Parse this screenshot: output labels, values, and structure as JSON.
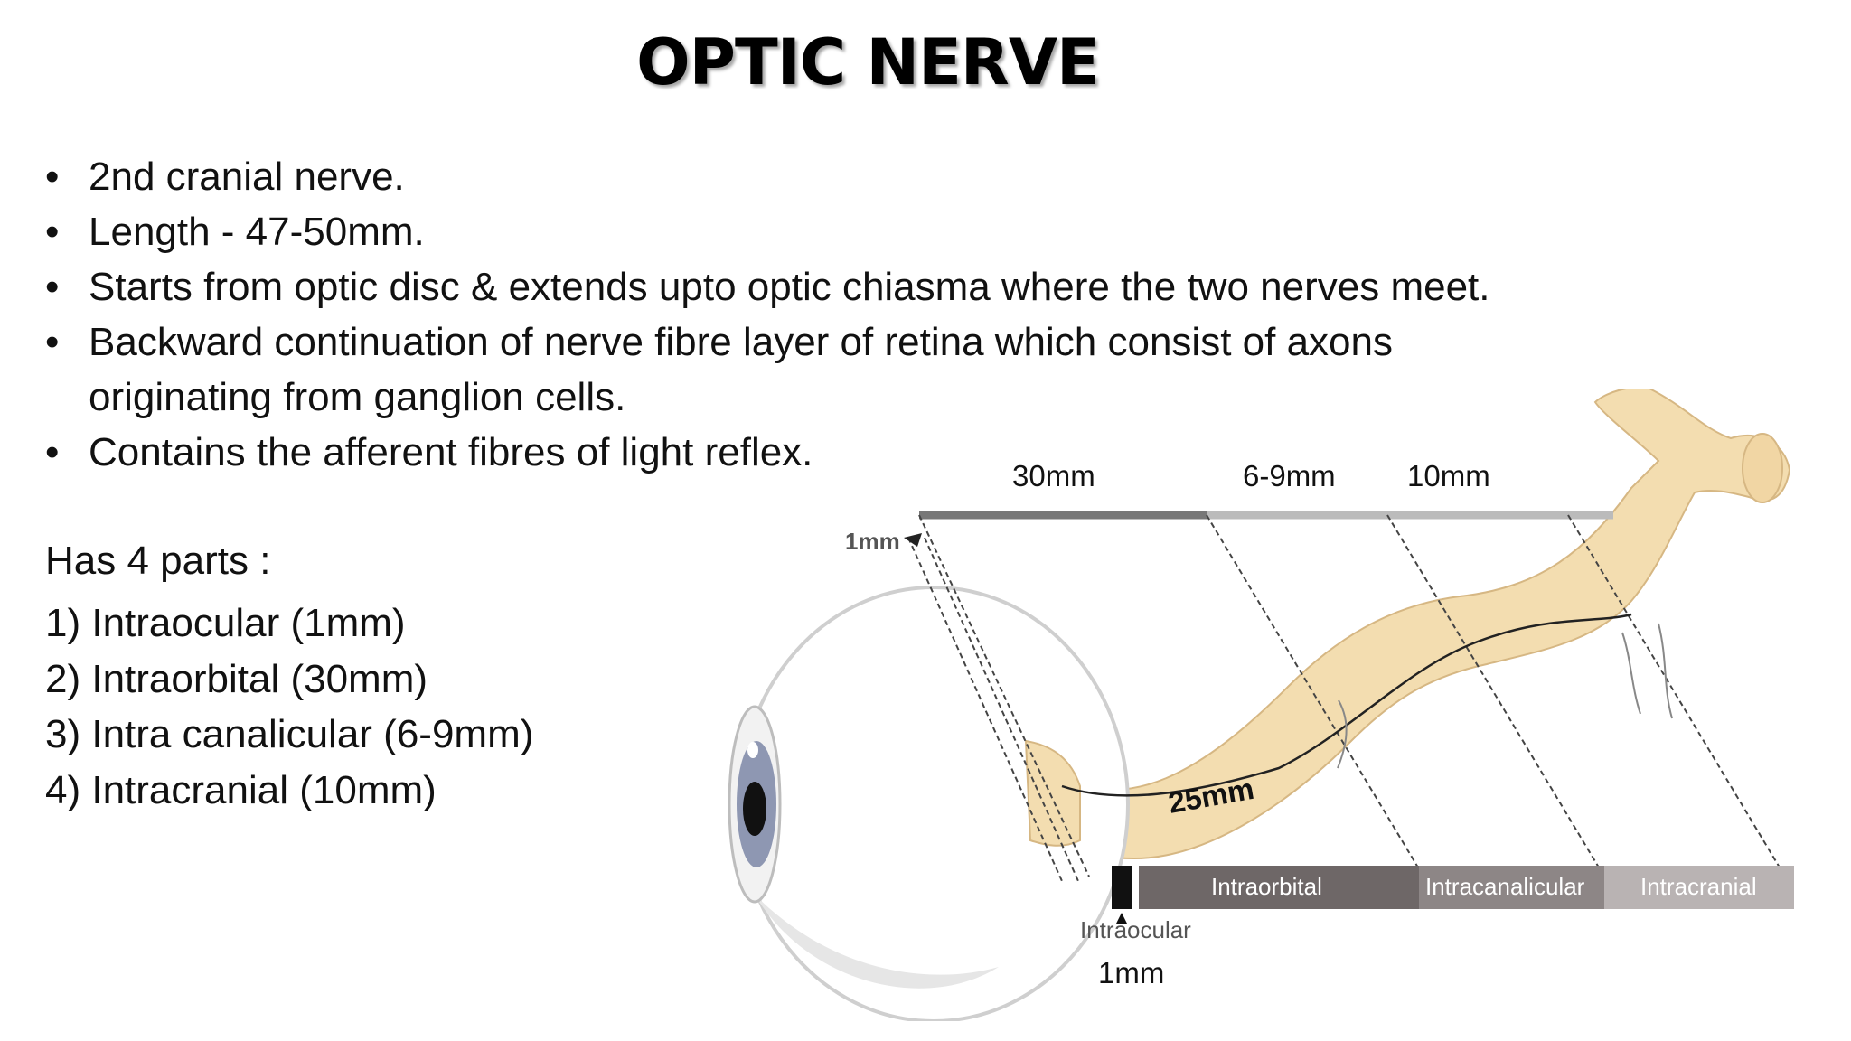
{
  "title": "OPTIC NERVE",
  "bullets": [
    "2nd cranial nerve.",
    "Length - 47-50mm.",
    "Starts from optic disc & extends upto optic chiasma where the two nerves meet.",
    "Backward continuation of nerve fibre layer of retina which consist of axons originating from ganglion cells.",
    "Contains the afferent fibres of light reflex."
  ],
  "parts_heading": "Has 4 parts :",
  "parts": [
    "1) Intraocular (1mm)",
    "2) Intraorbital (30mm)",
    "3) Intra canalicular (6-9mm)",
    "4) Intracranial (10mm)"
  ],
  "diagram": {
    "top_labels": {
      "intraorbital": "30mm",
      "intracanalicular": "6-9mm",
      "intracranial": "10mm"
    },
    "small_1mm": "1mm",
    "nerve_length": "25mm",
    "bar": {
      "intraorbital": "Intraorbital",
      "intracanalicular": "Intracanalicular",
      "intracranial": "Intracranial"
    },
    "intraocular_label": "Intraocular",
    "bottom_1mm": "1mm",
    "colors": {
      "nerve": "#f3ddb0",
      "nerve_outline": "#d6b783",
      "bar_dark": "#6e6767",
      "bar_mid": "#8d8686",
      "bar_light": "#b9b3b3",
      "iris": "#8e97b2"
    }
  }
}
